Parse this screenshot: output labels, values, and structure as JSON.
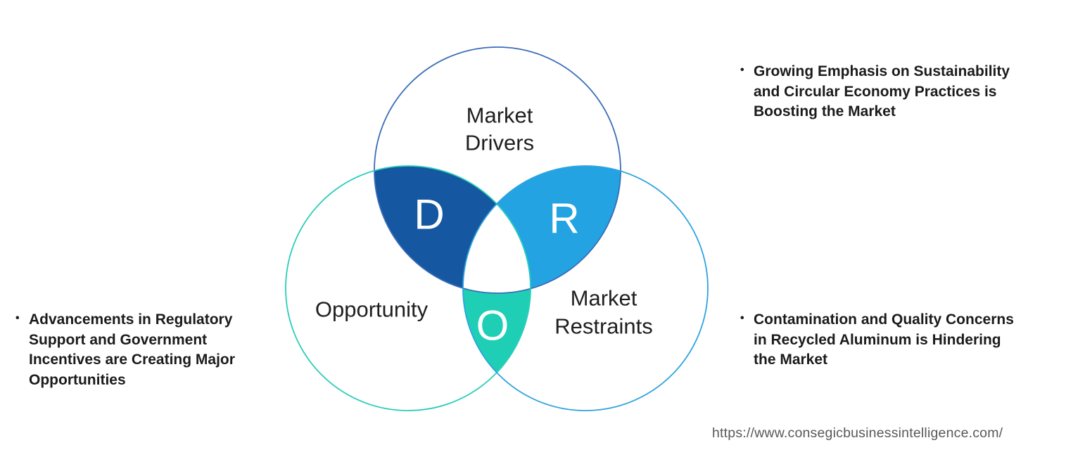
{
  "venn": {
    "drivers": {
      "lines": [
        "Market",
        "Drivers"
      ],
      "stroke": "#3a6cb8"
    },
    "opportunity": {
      "lines": [
        "Opportunity"
      ],
      "stroke": "#2bcdb9"
    },
    "restraints": {
      "lines": [
        "Market",
        "Restraints"
      ],
      "stroke": "#2ea3df"
    },
    "intersections": {
      "drivers_opportunity": {
        "letter": "D",
        "fill": "#1557a0"
      },
      "drivers_restraints": {
        "letter": "R",
        "fill": "#24a3e3"
      },
      "opportunity_restraints": {
        "letter": "O",
        "fill": "#1fcfb5"
      }
    }
  },
  "bullets": {
    "left": {
      "marker": "•",
      "text": "Advancements in Regulatory Support and Government Incentives are Creating Major Opportunities"
    },
    "right_top": {
      "marker": "•",
      "text": "Growing Emphasis on Sustainability and Circular Economy Practices is Boosting the Market"
    },
    "right_bottom": {
      "marker": "•",
      "text": "Contamination and Quality Concerns in Recycled Aluminum is Hindering the Market"
    }
  },
  "footer": {
    "url": "https://www.consegicbusinessintelligence.com/"
  }
}
